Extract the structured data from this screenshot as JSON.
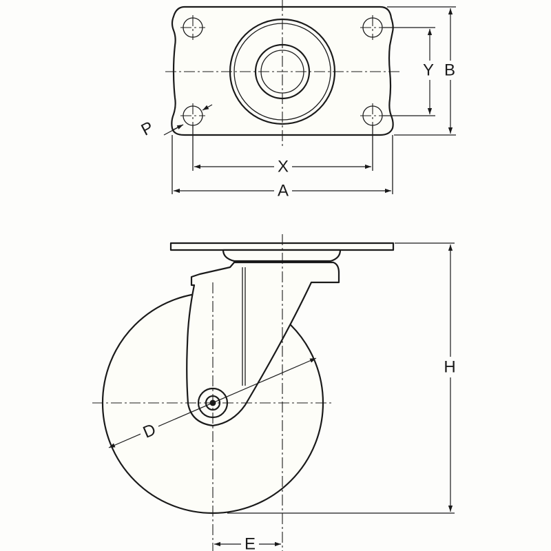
{
  "labels": {
    "A": "A",
    "B": "B",
    "X": "X",
    "Y": "Y",
    "P": "P",
    "H": "H",
    "D": "D",
    "E": "E"
  },
  "colors": {
    "line": "#1a1a1a",
    "paper": "#fdfdfb",
    "fill": "#fdfdf8"
  }
}
